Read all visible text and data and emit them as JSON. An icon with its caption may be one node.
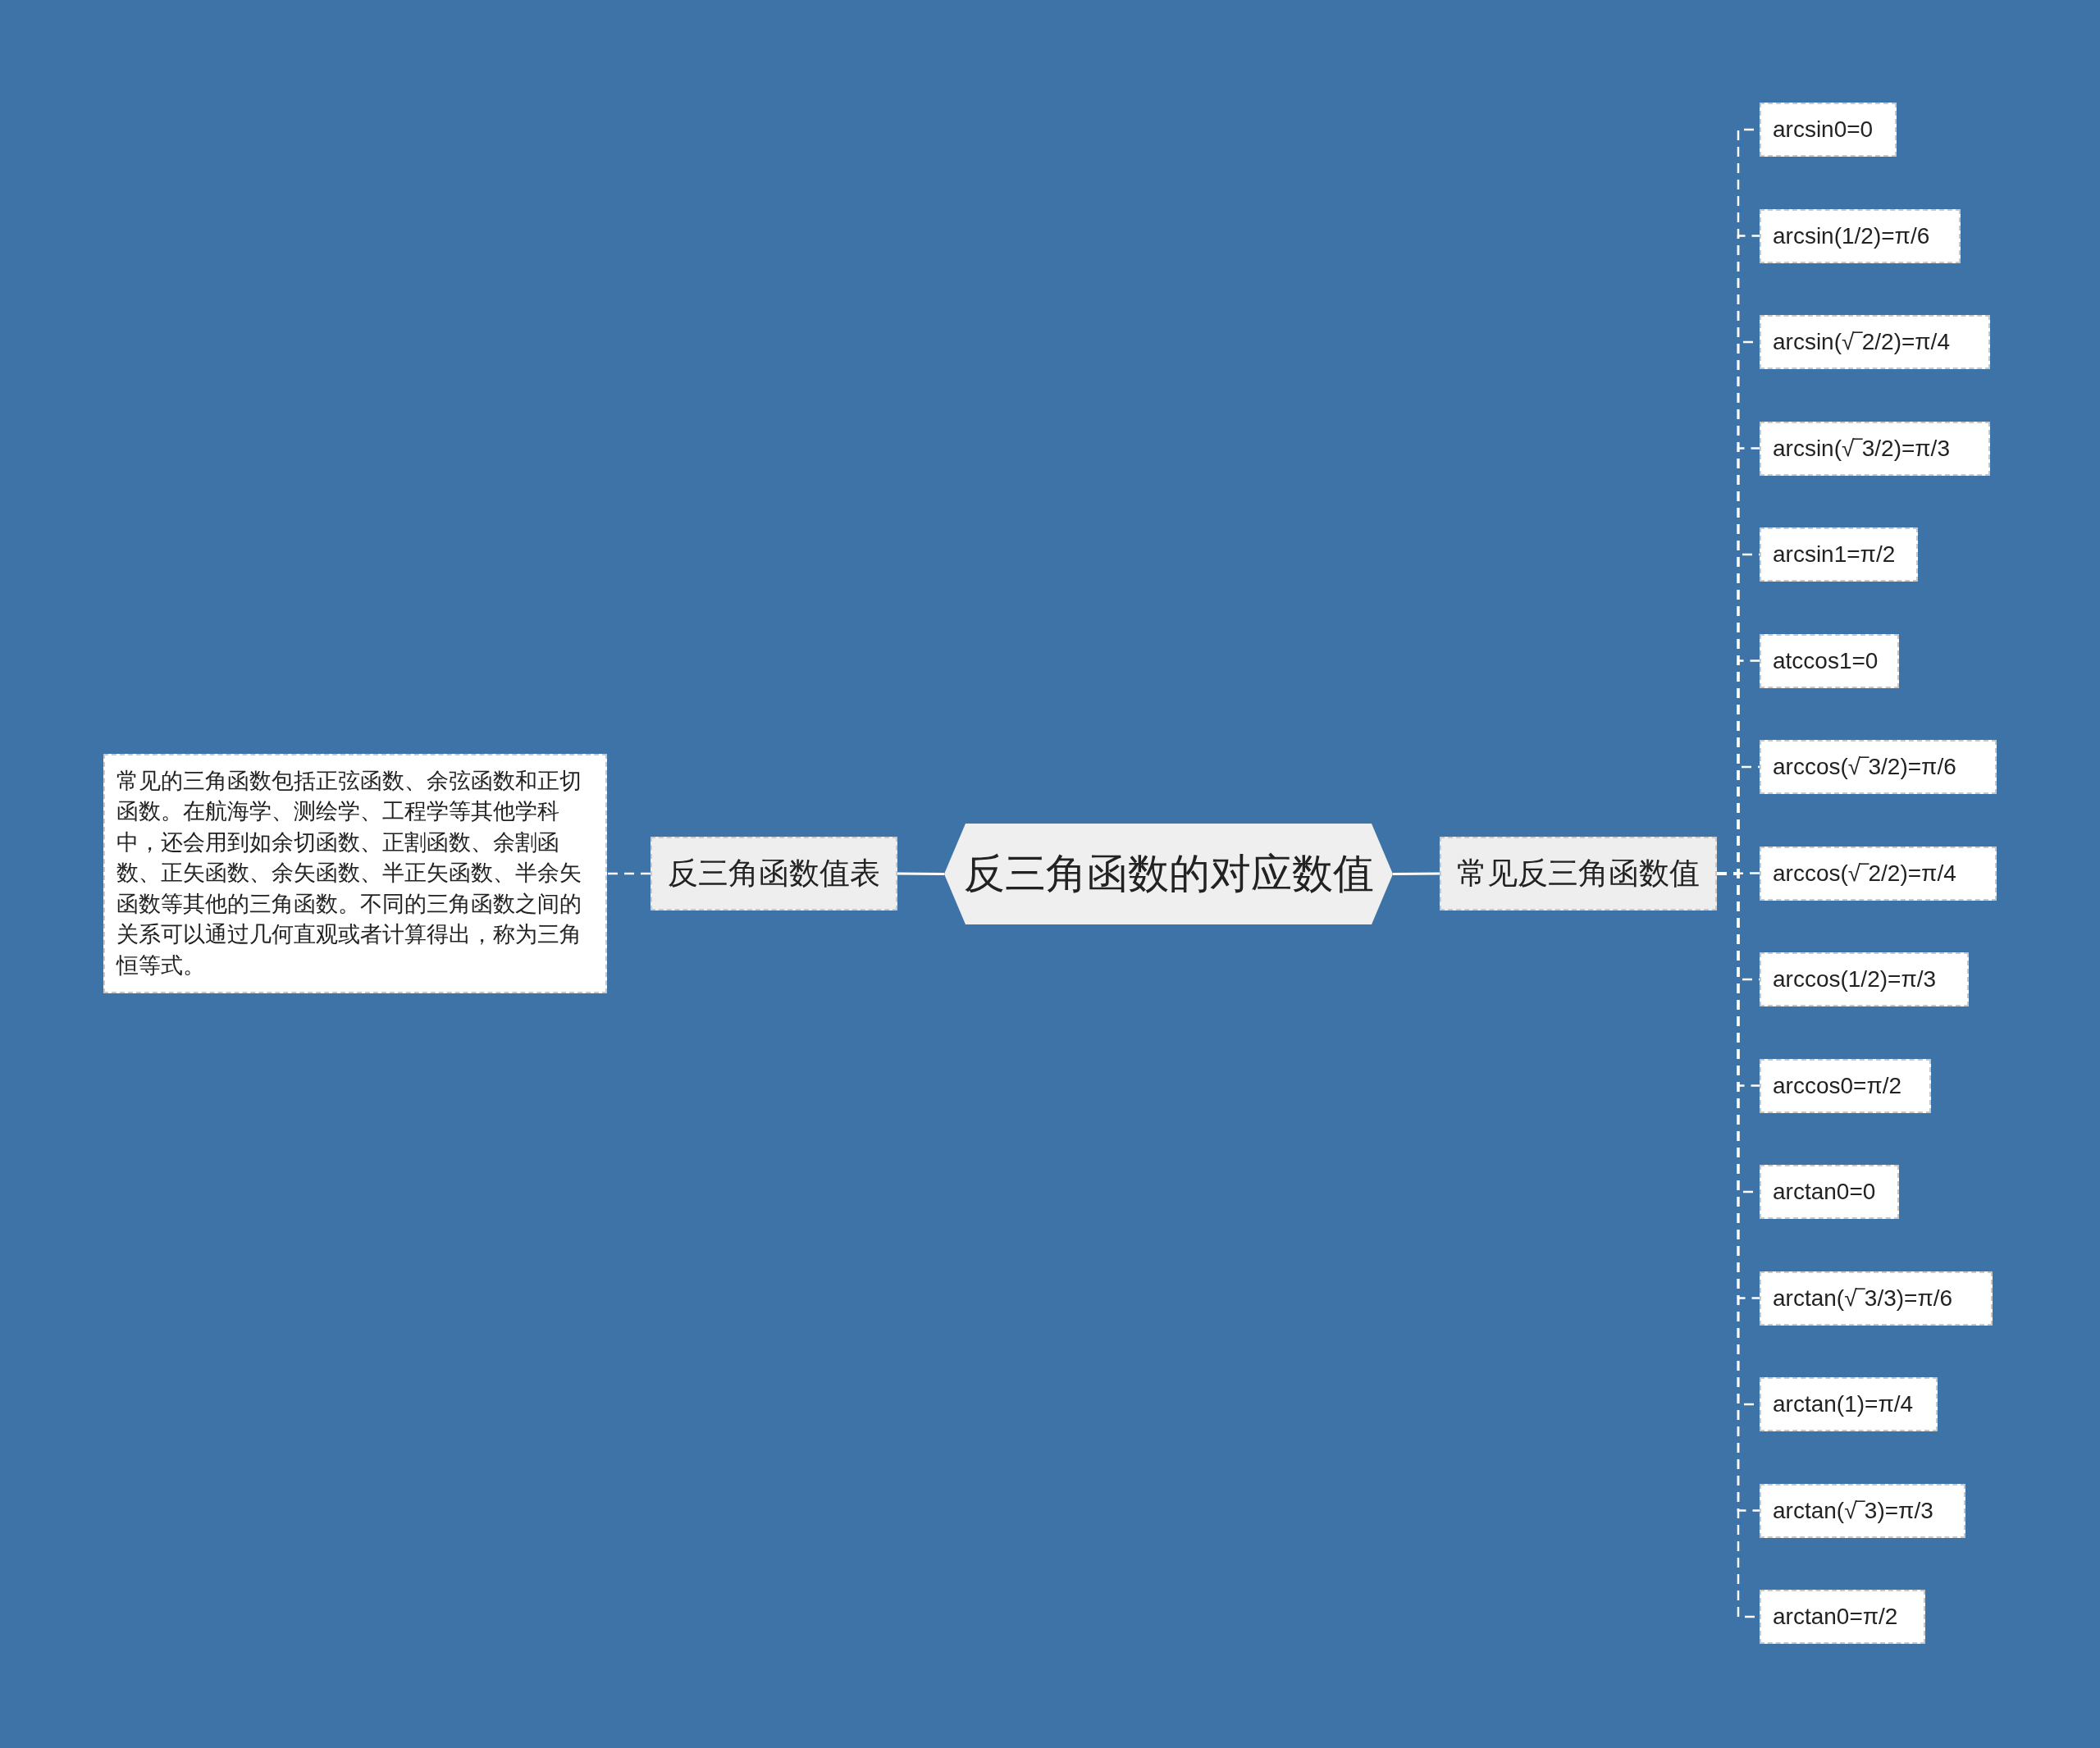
{
  "diagram": {
    "nodes": [
      {
        "text": [
          "反三角函数的对应数值"
        ]
      },
      {
        "text": [
          "反三角函数值表"
        ]
      },
      {
        "text": [
          "常见的三角函数包括正弦函数、余弦函数和正切函数。在航海学、测绘学、工程学等其他学科中，还会用到如余切函数、正割函数、余割函数、正矢函数、余矢函数、半正矢函数、半余矢函数等其他的三角函数。不同的三角函数之间的关系可以通过几何直观或者计算得出，称为三角恒等式。"
        ]
      },
      {
        "text": [
          "常见反三角函数值"
        ]
      },
      {
        "text": [
          "arcsin0=0"
        ]
      },
      {
        "text": [
          "arcsin(1/2)=π/6"
        ]
      },
      {
        "text": [
          "arcsin(√‾2/2)=π/4"
        ]
      },
      {
        "text": [
          "arcsin(√‾3/2)=π/3"
        ]
      },
      {
        "text": [
          "arcsin1=π/2"
        ]
      },
      {
        "text": [
          "atccos1=0"
        ]
      },
      {
        "text": [
          "arccos(√‾3/2)=π/6"
        ]
      },
      {
        "text": [
          "arccos(√‾2/2)=π/4"
        ]
      },
      {
        "text": [
          "arccos(1/2)=π/3"
        ]
      },
      {
        "text": [
          "arccos0=π/2"
        ]
      },
      {
        "text": [
          "arctan0=0"
        ]
      },
      {
        "text": [
          "arctan(√‾3/3)=π/6"
        ]
      },
      {
        "text": [
          "arctan(1)=π/4"
        ]
      },
      {
        "text": [
          "arctan(√‾3)=π/3"
        ]
      },
      {
        "text": [
          "arctan0=π/2"
        ]
      }
    ],
    "edges": [
      {
        "from": 0,
        "to": 1,
        "arrow": "none"
      },
      {
        "from": 1,
        "to": 2,
        "arrow": "none",
        "style": "dashed"
      },
      {
        "from": 0,
        "to": 3,
        "arrow": "none"
      },
      {
        "from": 3,
        "to": 4,
        "arrow": "none",
        "style": "dashed"
      },
      {
        "from": 3,
        "to": 5,
        "arrow": "none",
        "style": "dashed"
      },
      {
        "from": 3,
        "to": 6,
        "arrow": "none",
        "style": "dashed"
      },
      {
        "from": 3,
        "to": 7,
        "arrow": "none",
        "style": "dashed"
      },
      {
        "from": 3,
        "to": 8,
        "arrow": "none",
        "style": "dashed"
      },
      {
        "from": 3,
        "to": 9,
        "arrow": "none",
        "style": "dashed"
      },
      {
        "from": 3,
        "to": 10,
        "arrow": "none",
        "style": "dashed"
      },
      {
        "from": 3,
        "to": 11,
        "arrow": "none",
        "style": "dashed"
      },
      {
        "from": 3,
        "to": 12,
        "arrow": "none",
        "style": "dashed"
      },
      {
        "from": 3,
        "to": 13,
        "arrow": "none",
        "style": "dashed"
      },
      {
        "from": 3,
        "to": 14,
        "arrow": "none",
        "style": "dashed"
      },
      {
        "from": 3,
        "to": 15,
        "arrow": "none",
        "style": "dashed"
      },
      {
        "from": 3,
        "to": 16,
        "arrow": "none",
        "style": "dashed"
      },
      {
        "from": 3,
        "to": 17,
        "arrow": "none",
        "style": "dashed"
      },
      {
        "from": 3,
        "to": 18,
        "arrow": "none",
        "style": "dashed"
      }
    ]
  }
}
